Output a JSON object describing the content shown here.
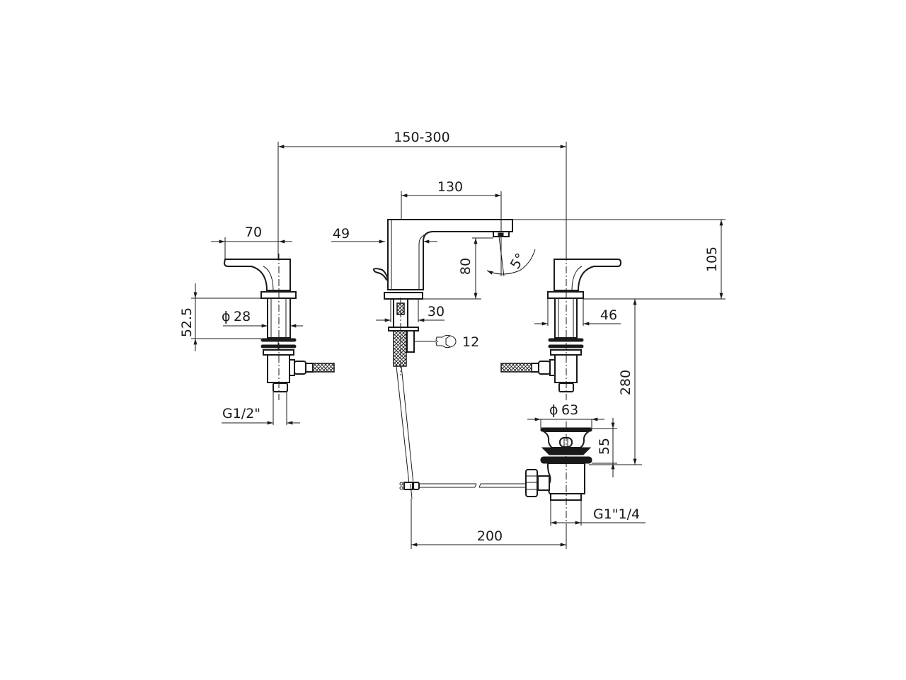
{
  "drawing": {
    "type": "technical-dimension-drawing",
    "subject": "three-hole basin mixer with separate handles, spout and pop-up waste",
    "units": "mm",
    "line_color": "#1a1a1a",
    "background": "#ffffff"
  },
  "dimensions": {
    "overall_spacing": "150-300",
    "spout_reach": "130",
    "spout_body_width": "49",
    "spout_height": "80",
    "spout_angle": "5°",
    "overall_height": "105",
    "shank_diameter_label": "28",
    "shank_height": "52.5",
    "handle_length": "70",
    "inlet_thread_left": "G1/2\"",
    "lever_shank_width": "30",
    "wrench_size": "12",
    "right_handle_body": "46",
    "max_deck_thickness": "280",
    "waste_diameter": "63",
    "waste_flange_height": "55",
    "waste_thread": "G1\"1/4",
    "rod_length": "200"
  },
  "symbols": {
    "diameter": "ϕ",
    "wrench": "wrench-icon"
  }
}
